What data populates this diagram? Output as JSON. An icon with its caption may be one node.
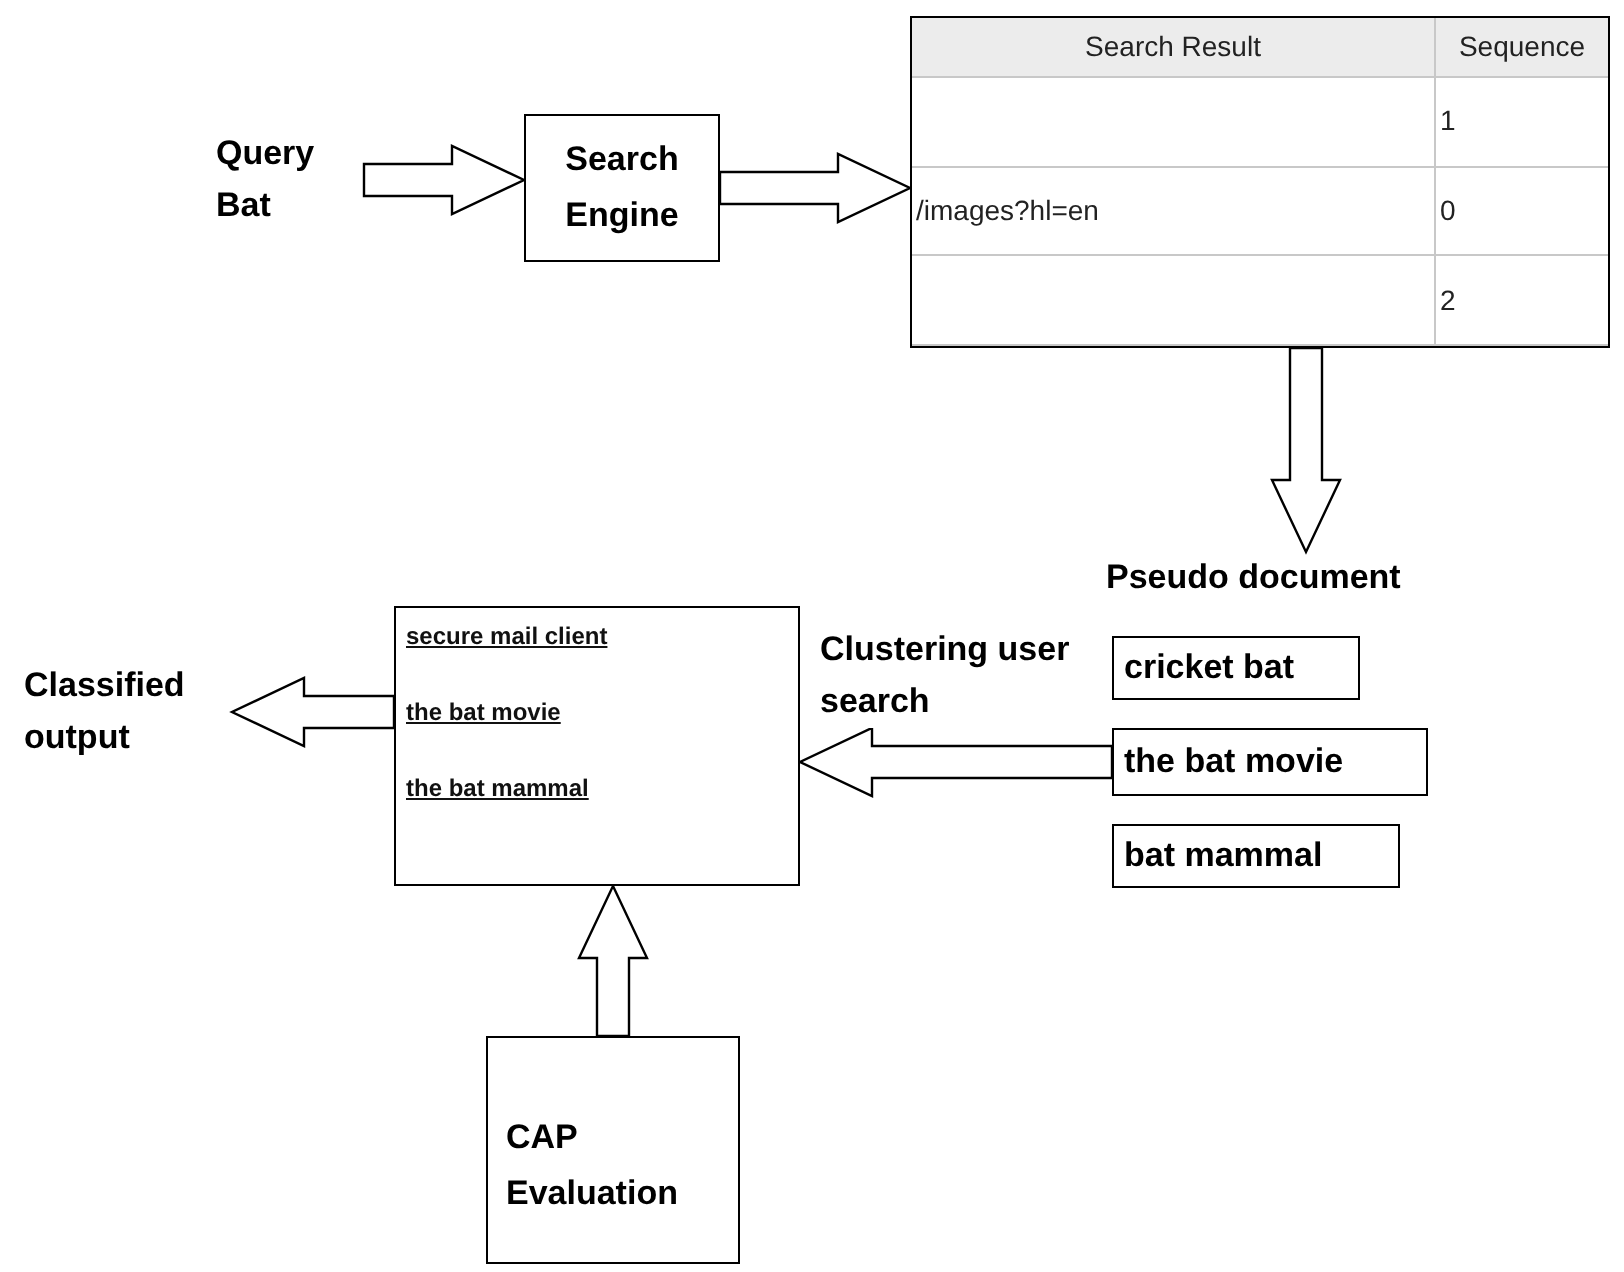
{
  "diagram": {
    "nodes": [
      {
        "text": [
          "Query Bat"
        ]
      },
      {
        "text": [
          "Search Engine"
        ]
      },
      {
        "text": [
          "Search Result",
          "Sequence",
          "1",
          "/images?hl=en",
          "0",
          "2"
        ]
      },
      {
        "text": [
          "Pseudo document"
        ]
      },
      {
        "text": [
          "cricket bat"
        ]
      },
      {
        "text": [
          "the bat movie"
        ]
      },
      {
        "text": [
          "bat mammal"
        ]
      },
      {
        "text": [
          "secure mail client",
          "the bat movie",
          "the bat mammal"
        ]
      },
      {
        "text": [
          "Classified output"
        ]
      },
      {
        "text": [
          "CAP Evaluation"
        ]
      }
    ],
    "edges": [
      {
        "from": 0,
        "to": 1,
        "arrow": "to"
      },
      {
        "from": 1,
        "to": 2,
        "arrow": "to"
      },
      {
        "from": 2,
        "to": 3,
        "arrow": "to"
      },
      {
        "from": 5,
        "to": 7,
        "arrow": "to",
        "label": "Clustering user search"
      },
      {
        "from": 7,
        "to": 8,
        "arrow": "to"
      },
      {
        "from": 9,
        "to": 7,
        "arrow": "to"
      }
    ]
  }
}
